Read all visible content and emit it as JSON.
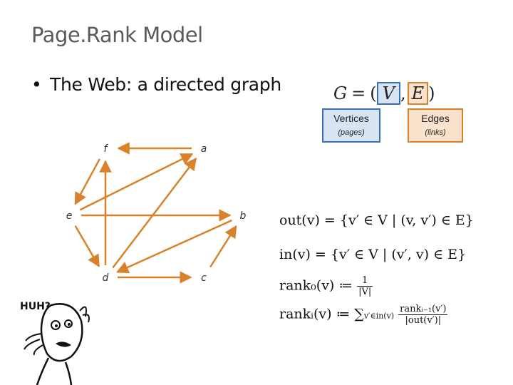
{
  "slide": {
    "title": "Page.Rank Model",
    "bullet": "The Web: a directed graph"
  },
  "formula": {
    "g": "G",
    "eq": "=",
    "open": "(",
    "v": "V",
    "comma": ",",
    "e": "E",
    "close": ")"
  },
  "labels": {
    "vertices": "Vertices",
    "vertices_sub": "(pages)",
    "edges": "Edges",
    "edges_sub": "(links)"
  },
  "graph": {
    "nodes": [
      "f",
      "a",
      "e",
      "b",
      "d",
      "c"
    ],
    "edges": [
      [
        "a",
        "f"
      ],
      [
        "f",
        "e"
      ],
      [
        "d",
        "f"
      ],
      [
        "e",
        "a"
      ],
      [
        "d",
        "a"
      ],
      [
        "e",
        "b"
      ],
      [
        "e",
        "d"
      ],
      [
        "b",
        "d"
      ],
      [
        "d",
        "c"
      ],
      [
        "c",
        "b"
      ]
    ],
    "node_fill": "#ffffff",
    "edge_color": "#d9822b"
  },
  "math": {
    "out": "out(v) = {v′ ∈ V | (v, v′) ∈ E}",
    "in": "in(v) = {v′ ∈ V | (v′, v) ∈ E}",
    "rank0_lhs": "rank₀(v) ≔",
    "rank0_num": "1",
    "rank0_den": "|V|",
    "ranki_lhs": "rankᵢ(v) ≔ ∑",
    "ranki_sub": "v′∈in(v)",
    "ranki_num": "rankᵢ₋₁(v′)",
    "ranki_den": "|out(v′)|"
  },
  "comic": {
    "text": "HUH?"
  }
}
